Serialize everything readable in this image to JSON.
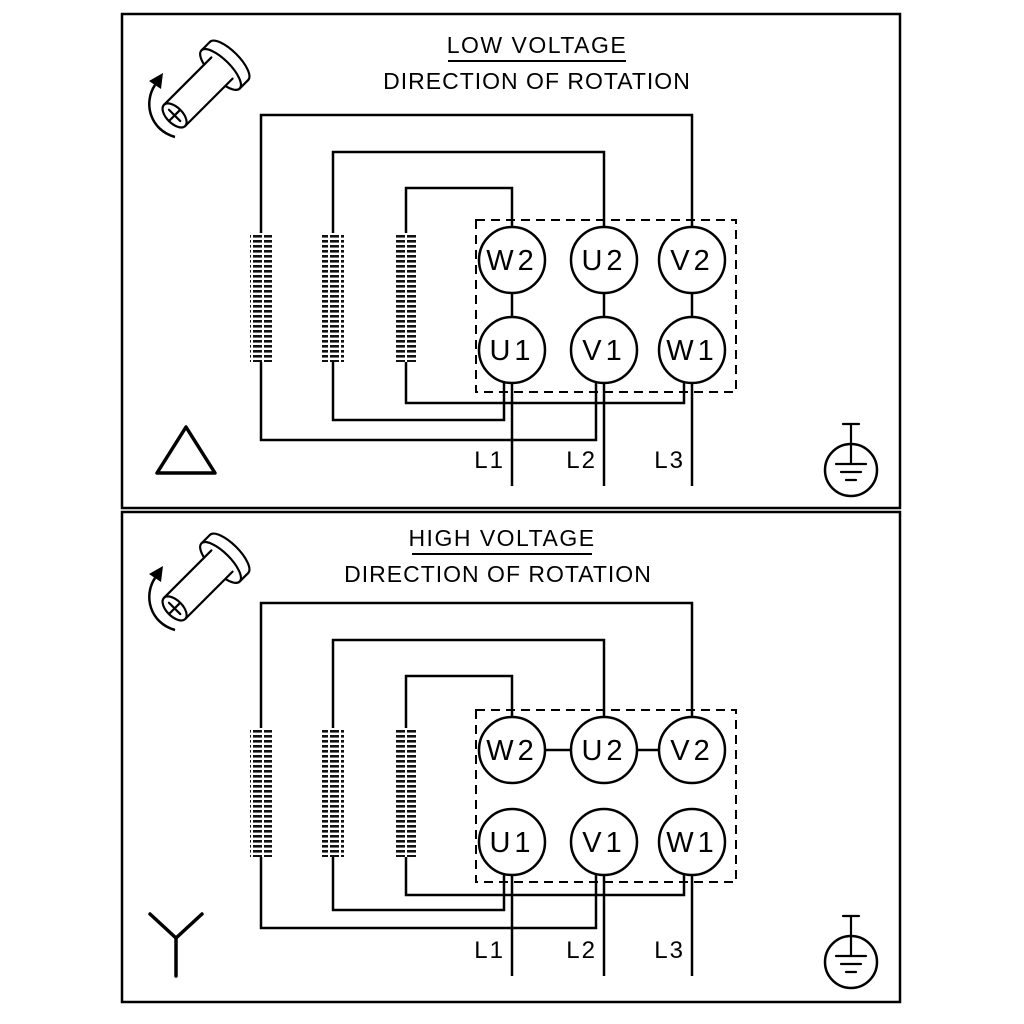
{
  "diagram": {
    "background": "#ffffff",
    "line_color": "#000000",
    "panels": [
      {
        "id": "low-voltage",
        "title": "LOW VOLTAGE",
        "subtitle": "DIRECTION OF ROTATION",
        "connection": "delta",
        "terminals_top": [
          "W2",
          "U2",
          "V2"
        ],
        "terminals_bottom": [
          "U1",
          "V1",
          "W1"
        ],
        "supply_lines": [
          "L1",
          "L2",
          "L3"
        ],
        "icons": [
          "motor-rotation-icon",
          "delta-symbol-icon",
          "earth-ground-icon"
        ]
      },
      {
        "id": "high-voltage",
        "title": "HIGH VOLTAGE",
        "subtitle": "DIRECTION OF ROTATION",
        "connection": "star",
        "terminals_top": [
          "W2",
          "U2",
          "V2"
        ],
        "terminals_bottom": [
          "U1",
          "V1",
          "W1"
        ],
        "supply_lines": [
          "L1",
          "L2",
          "L3"
        ],
        "icons": [
          "motor-rotation-icon",
          "star-symbol-icon",
          "earth-ground-icon"
        ]
      }
    ]
  }
}
